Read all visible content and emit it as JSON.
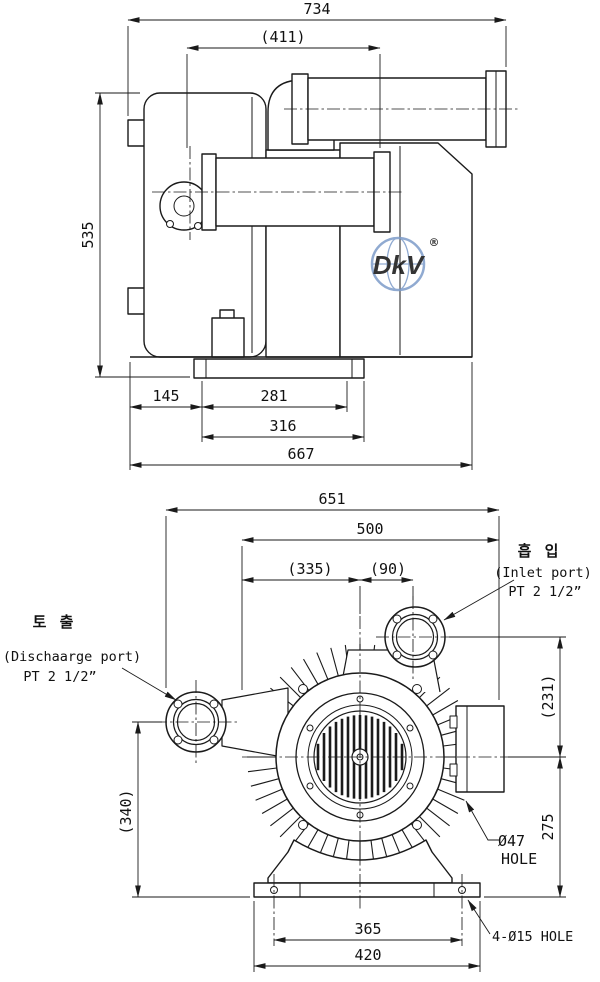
{
  "watermark": {
    "brand": "DkV",
    "reg": "®",
    "color": "#7d9cc9"
  },
  "side": {
    "d734": "734",
    "d411": "(411)",
    "d535": "535",
    "d145": "145",
    "d281": "281",
    "d316": "316",
    "d667": "667"
  },
  "front": {
    "d651": "651",
    "d500": "500",
    "d335": "(335)",
    "d90": "(90)",
    "d231": "(231)",
    "d275": "275",
    "d340": "(340)",
    "d365": "365",
    "d420": "420",
    "inlet_kr": "흡 입",
    "inlet_en": "(Inlet port)",
    "inlet_size": "PT 2 1/2”",
    "out_kr": "토 출",
    "out_en": "(Dischaarge port)",
    "out_size": "PT 2 1/2”",
    "hole47_a": "Ø47",
    "hole47_b": "HOLE",
    "hole15": "4-Ø15 HOLE"
  }
}
